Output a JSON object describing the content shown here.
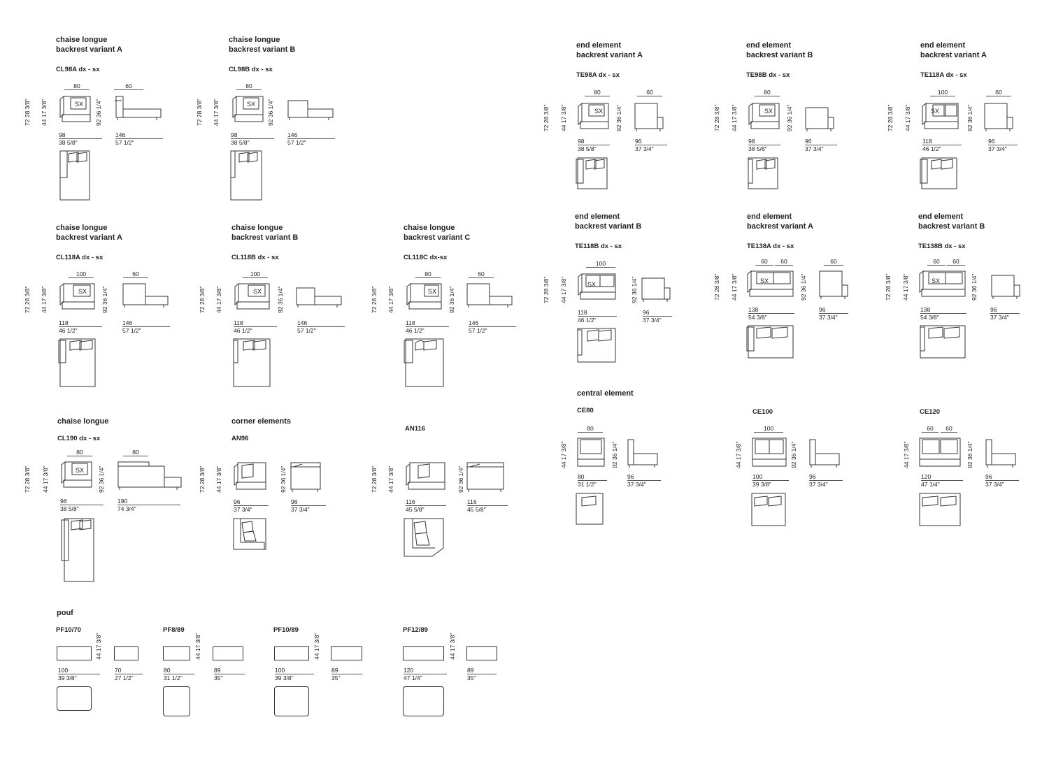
{
  "modules": [
    {
      "id": "cl98a",
      "t1": "chaise longue",
      "t2": "backrest variant A",
      "code": "CL98A  dx - sx",
      "frontW": "80",
      "sideW": "60",
      "h1": "72",
      "h1i": "28 3/8\"",
      "h2": "44",
      "h2i": "17 3/8\"",
      "h3": "92",
      "h3i": "36 1/4\"",
      "bw": "98",
      "bwi": "38 5/8\"",
      "sw": "146",
      "swi": "57 1/2\"",
      "sx": "SX"
    },
    {
      "id": "cl98b",
      "t1": "chaise longue",
      "t2": "backrest variant B",
      "code": "CL98B  dx - sx",
      "frontW": "80",
      "h1": "72",
      "h1i": "28 3/8\"",
      "h2": "44",
      "h2i": "17 3/8\"",
      "h3": "92",
      "h3i": "36 1/4\"",
      "bw": "98",
      "bwi": "38 5/8\"",
      "sw": "146",
      "swi": "57 1/2\"",
      "sx": "SX"
    },
    {
      "id": "cl118a",
      "t1": "chaise longue",
      "t2": "backrest variant A",
      "code": "CL118A  dx - sx",
      "frontW": "100",
      "sideW": "60",
      "h1": "72",
      "h1i": "28 3/8\"",
      "h2": "44",
      "h2i": "17 3/8\"",
      "h3": "92",
      "h3i": "36 1/4\"",
      "bw": "118",
      "bwi": "46 1/2\"",
      "sw": "146",
      "swi": "57 1/2\"",
      "sx": "SX"
    },
    {
      "id": "cl118b",
      "t1": "chaise longue",
      "t2": "backrest variant B",
      "code": "CL118B  dx - sx",
      "frontW": "100",
      "h1": "72",
      "h1i": "28 3/8\"",
      "h2": "44",
      "h2i": "17 3/8\"",
      "h3": "92",
      "h3i": "36 1/4\"",
      "bw": "118",
      "bwi": "46 1/2\"",
      "sw": "146",
      "swi": "57 1/2\"",
      "sx": "SX"
    },
    {
      "id": "cl118c",
      "t1": "chaise longue",
      "t2": "backrest variant C",
      "code": "CL118C  dx-sx",
      "frontW": "80",
      "sideW": "60",
      "h1": "72",
      "h1i": "28 3/8\"",
      "h2": "44",
      "h2i": "17 3/8\"",
      "h3": "92",
      "h3i": "36 1/4\"",
      "bw": "118",
      "bwi": "46 1/2\"",
      "sw": "146",
      "swi": "57 1/2\"",
      "sx": "SX"
    },
    {
      "id": "cl190",
      "t1": "chaise longue",
      "t2": "",
      "code": "CL190  dx - sx",
      "frontW": "80",
      "sideW": "80",
      "h1": "72",
      "h1i": "28 3/8\"",
      "h2": "44",
      "h2i": "17 3/8\"",
      "h3": "92",
      "h3i": "36 1/4\"",
      "bw": "98",
      "bwi": "38 5/8\"",
      "sw": "190",
      "swi": "74 3/4\"",
      "sx": "SX"
    },
    {
      "id": "an96",
      "t1": "corner elements",
      "t2": "",
      "code": "AN96",
      "h1": "72",
      "h1i": "28 3/8\"",
      "h2": "44",
      "h2i": "17 3/8\"",
      "h3": "92",
      "h3i": "36 1/4\"",
      "bw": "96",
      "bwi": "37 3/4\"",
      "sw": "96",
      "swi": "37 3/4\""
    },
    {
      "id": "an116",
      "t1": "",
      "t2": "",
      "code": "AN116",
      "h1": "72",
      "h1i": "28 3/8\"",
      "h2": "44",
      "h2i": "17 3/8\"",
      "h3": "92",
      "h3i": "36 1/4\"",
      "bw": "116",
      "bwi": "45 5/8\"",
      "sw": "116",
      "swi": "45 5/8\""
    },
    {
      "id": "te98a",
      "t1": "end element",
      "t2": "backrest variant A",
      "code": "TE98A  dx - sx",
      "frontW": "80",
      "sideW": "60",
      "h1": "72",
      "h1i": "28 3/8\"",
      "h2": "44",
      "h2i": "17 3/8\"",
      "h3": "92",
      "h3i": "36 1/4\"",
      "bw": "98",
      "bwi": "38 5/8\"",
      "sw": "96",
      "swi": "37 3/4\"",
      "sx": "SX"
    },
    {
      "id": "te98b",
      "t1": "end element",
      "t2": "backrest variant B",
      "code": "TE98B  dx - sx",
      "frontW": "80",
      "h1": "72",
      "h1i": "28 3/8\"",
      "h2": "44",
      "h2i": "17 3/8\"",
      "h3": "92",
      "h3i": "36 1/4\"",
      "bw": "98",
      "bwi": "38 5/8\"",
      "sw": "96",
      "swi": "37 3/4\"",
      "sx": "SX"
    },
    {
      "id": "te118a",
      "t1": "end element",
      "t2": "backrest variant A",
      "code": "TE118A  dx - sx",
      "frontW": "100",
      "sideW": "60",
      "h1": "72",
      "h1i": "28 3/8\"",
      "h2": "44",
      "h2i": "17 3/8\"",
      "h3": "92",
      "h3i": "36 1/4\"",
      "bw": "118",
      "bwi": "46 1/2\"",
      "sw": "96",
      "swi": "37 3/4\"",
      "sx": "SX"
    },
    {
      "id": "te118b",
      "t1": "end element",
      "t2": "backrest variant B",
      "code": "TE118B  dx - sx",
      "frontW": "100",
      "h1": "72",
      "h1i": "28 3/8\"",
      "h2": "44",
      "h2i": "17 3/8\"",
      "h3": "92",
      "h3i": "36 1/4\"",
      "bw": "118",
      "bwi": "46 1/2\"",
      "sw": "96",
      "swi": "37 3/4\"",
      "sx": "SX"
    },
    {
      "id": "te138a",
      "t1": "end element",
      "t2": "backrest variant A",
      "code": "TE138A  dx - sx",
      "frontW": "60",
      "frontW2": "60",
      "sideW": "60",
      "h1": "72",
      "h1i": "28 3/8\"",
      "h2": "44",
      "h2i": "17 3/8\"",
      "h3": "92",
      "h3i": "36 1/4\"",
      "bw": "138",
      "bwi": "54 3/8\"",
      "sw": "96",
      "swi": "37 3/4\"",
      "sx": "SX"
    },
    {
      "id": "te138b",
      "t1": "end element",
      "t2": "backrest variant B",
      "code": "TE138B  dx - sx",
      "frontW": "60",
      "frontW2": "60",
      "h1": "72",
      "h1i": "28 3/8\"",
      "h2": "44",
      "h2i": "17 3/8\"",
      "h3": "92",
      "h3i": "36 1/4\"",
      "bw": "138",
      "bwi": "54 3/8\"",
      "sw": "96",
      "swi": "37 3/4\"",
      "sx": "SX"
    },
    {
      "id": "ce80",
      "t1": "central element",
      "t2": "",
      "code": "CE80",
      "frontW": "80",
      "h2": "44",
      "h2i": "17 3/8\"",
      "h3": "92",
      "h3i": "36 1/4\"",
      "bw": "80",
      "bwi": "31 1/2\"",
      "sw": "96",
      "swi": "37 3/4\""
    },
    {
      "id": "ce100",
      "t1": "",
      "t2": "",
      "code": "CE100",
      "frontW": "100",
      "h2": "44",
      "h2i": "17 3/8\"",
      "h3": "92",
      "h3i": "36 1/4\"",
      "bw": "100",
      "bwi": "39 3/8\"",
      "sw": "96",
      "swi": "37 3/4\""
    },
    {
      "id": "ce120",
      "t1": "",
      "t2": "",
      "code": "CE120",
      "frontW": "60",
      "frontW2": "60",
      "h2": "44",
      "h2i": "17 3/8\"",
      "h3": "92",
      "h3i": "36 1/4\"",
      "bw": "120",
      "bwi": "47 1/4\"",
      "sw": "96",
      "swi": "37 3/4\""
    }
  ],
  "pouf": {
    "title": "pouf",
    "items": [
      {
        "code": "PF10/70",
        "h": "44",
        "hi": "17 3/8\"",
        "w": "100",
        "wi": "39 3/8\"",
        "d": "70",
        "di": "27 1/2\""
      },
      {
        "code": "PF8/89",
        "h": "44",
        "hi": "17 3/8\"",
        "w": "80",
        "wi": "31 1/2\"",
        "d": "89",
        "di": "35\""
      },
      {
        "code": "PF10/89",
        "h": "44",
        "hi": "17 3/8\"",
        "w": "100",
        "wi": "39 3/8\"",
        "d": "89",
        "di": "35\""
      },
      {
        "code": "PF12/89",
        "h": "44",
        "hi": "17 3/8\"",
        "w": "120",
        "wi": "47 1/4\"",
        "d": "89",
        "di": "35\""
      }
    ]
  }
}
